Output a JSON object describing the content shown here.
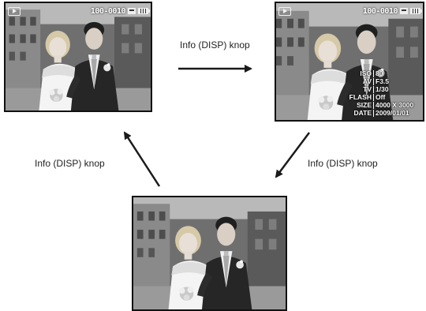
{
  "screen_1": {
    "status": {
      "file_number": "100-0010",
      "mode_icon": "play-icon",
      "memory_icon": "memory-icon",
      "battery_icon": "battery-icon"
    }
  },
  "screen_2": {
    "status": {
      "file_number": "100-0010",
      "mode_icon": "play-icon",
      "memory_icon": "memory-icon",
      "battery_icon": "battery-icon"
    },
    "info": [
      {
        "label": "ISO",
        "value": "80"
      },
      {
        "label": "AV",
        "value": "F3.5"
      },
      {
        "label": "TV",
        "value": "1/30"
      },
      {
        "label": "FLASH",
        "value": "Off"
      },
      {
        "label": "SIZE",
        "value": "4000 X 3000"
      },
      {
        "label": "DATE",
        "value": "2009/01/01"
      }
    ]
  },
  "arrows": {
    "right_label": "Info (DISP) knop",
    "down_left_label": "Info (DISP) knop",
    "up_left_label": "Info (DISP) knop"
  },
  "colors": {
    "screen_border": "#111111",
    "overlay_text": "#ffffff",
    "arrow": "#1a1a1a"
  }
}
